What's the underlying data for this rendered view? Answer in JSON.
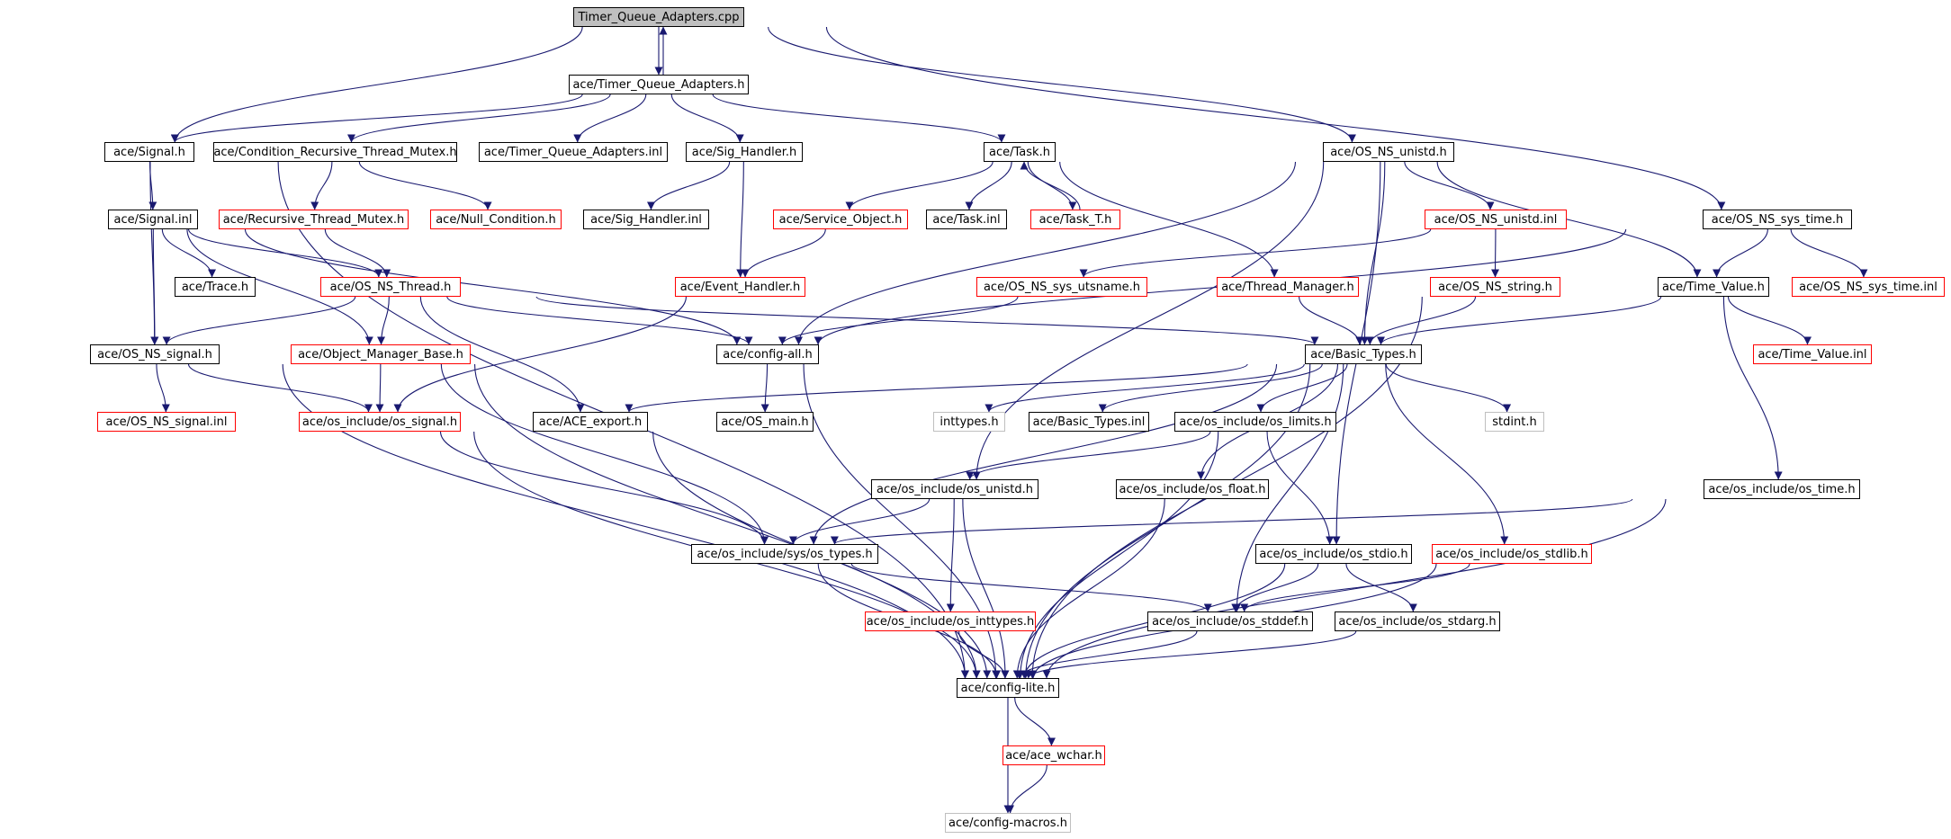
{
  "diagram": {
    "edge_color": "#191970",
    "border_colors": {
      "documented": "#000000",
      "undocumented": "#ff0000",
      "external": "#bfbfbf"
    },
    "root_fill": "#bfbfbf",
    "nodes": {
      "root": "Timer_Queue_Adapters.cpp",
      "tqa_h": "ace/Timer_Queue_Adapters.h",
      "signal_h": "ace/Signal.h",
      "crtm_h": "ace/Condition_Recursive_Thread_Mutex.h",
      "tqa_inl": "ace/Timer_Queue_Adapters.inl",
      "sighandler_h": "ace/Sig_Handler.h",
      "task_h": "ace/Task.h",
      "osunistd_h": "ace/OS_NS_unistd.h",
      "signal_inl": "ace/Signal.inl",
      "rtm_h": "ace/Recursive_Thread_Mutex.h",
      "nullcond_h": "ace/Null_Condition.h",
      "sighandler_inl": "ace/Sig_Handler.inl",
      "svcobj_h": "ace/Service_Object.h",
      "task_inl": "ace/Task.inl",
      "taskt_h": "ace/Task_T.h",
      "osunistd_inl": "ace/OS_NS_unistd.inl",
      "ossystime_h": "ace/OS_NS_sys_time.h",
      "trace_h": "ace/Trace.h",
      "osthread_h": "ace/OS_NS_Thread.h",
      "evhandler_h": "ace/Event_Handler.h",
      "osutsname_h": "ace/OS_NS_sys_utsname.h",
      "thrmgr_h": "ace/Thread_Manager.h",
      "osstring_h": "ace/OS_NS_string.h",
      "timevalue_h": "ace/Time_Value.h",
      "ossystime_inl": "ace/OS_NS_sys_time.inl",
      "ossignal_h": "ace/OS_NS_signal.h",
      "objmgr_h": "ace/Object_Manager_Base.h",
      "configall_h": "ace/config-all.h",
      "basictypes_h": "ace/Basic_Types.h",
      "timevalue_inl": "ace/Time_Value.inl",
      "ossignal_inl": "ace/OS_NS_signal.inl",
      "osinc_signal_h": "ace/os_include/os_signal.h",
      "aceexport_h": "ace/ACE_export.h",
      "osmain_h": "ace/OS_main.h",
      "inttypes_h": "inttypes.h",
      "basictypes_inl": "ace/Basic_Types.inl",
      "oslimits_h": "ace/os_include/os_limits.h",
      "stdint_h": "stdint.h",
      "osunistd_inc_h": "ace/os_include/os_unistd.h",
      "osfloat_h": "ace/os_include/os_float.h",
      "ostime_h": "ace/os_include/os_time.h",
      "systypes_h": "ace/os_include/sys/os_types.h",
      "osstdio_h": "ace/os_include/os_stdio.h",
      "osstdlib_h": "ace/os_include/os_stdlib.h",
      "osinttypes_h": "ace/os_include/os_inttypes.h",
      "osstddef_h": "ace/os_include/os_stddef.h",
      "osstdarg_h": "ace/os_include/os_stdarg.h",
      "configlite_h": "ace/config-lite.h",
      "acewchar_h": "ace/ace_wchar.h",
      "configmacros_h": "ace/config-macros.h"
    }
  }
}
